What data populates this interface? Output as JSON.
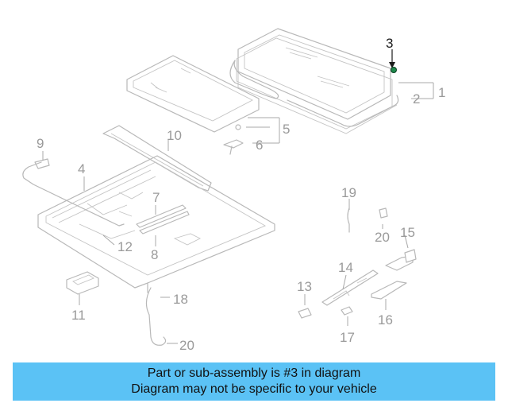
{
  "diagram": {
    "highlighted_part": "3",
    "callouts": {
      "c1": "1",
      "c2": "2",
      "c3": "3",
      "c4": "4",
      "c5": "5",
      "c6": "6",
      "c7": "7",
      "c8": "8",
      "c9": "9",
      "c10": "10",
      "c11": "11",
      "c12": "12",
      "c13": "13",
      "c14": "14",
      "c15": "15",
      "c16": "16",
      "c17": "17",
      "c18": "18",
      "c19": "19",
      "c20a": "20",
      "c20b": "20"
    },
    "colors": {
      "highlight": "#1a1a1a",
      "callout": "#9a9a9a",
      "part_stroke": "#b8b8b8",
      "marker": "#1f8a4c"
    }
  },
  "banner": {
    "line1": "Part or sub-assembly is #3 in diagram",
    "line2": "Diagram may not be specific to your vehicle",
    "background": "#5bc2f5"
  }
}
